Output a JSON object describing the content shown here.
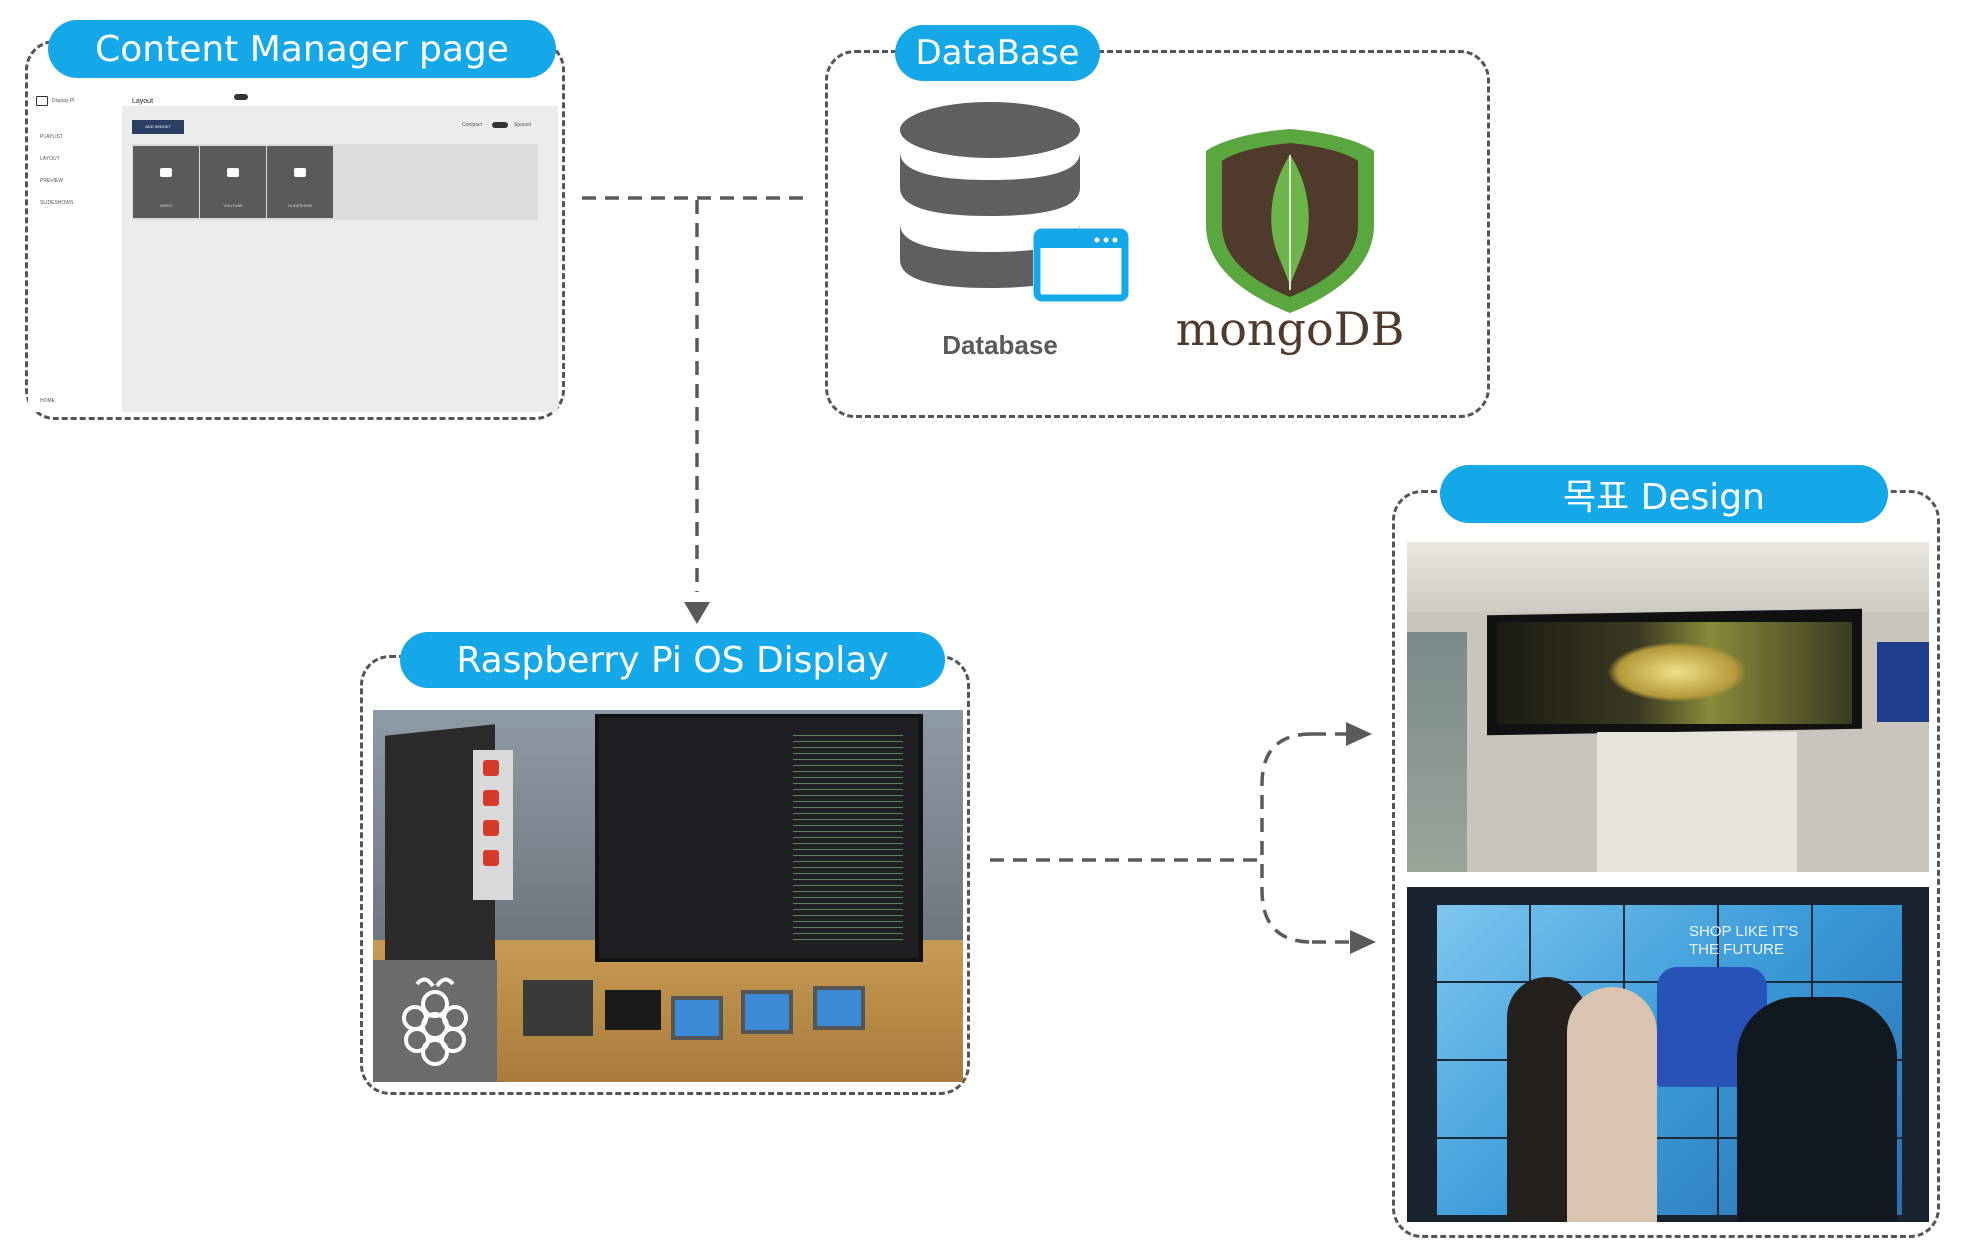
{
  "labels": {
    "content_manager": "Content Manager page",
    "database": "DataBase",
    "raspberry": "Raspberry Pi OS Display",
    "target_design": "목표 Design"
  },
  "database_panel": {
    "db_icon_caption": "Database",
    "mongo_wordmark": "mongoDB"
  },
  "content_manager_screenshot": {
    "app_name": "Display PI",
    "header_title": "Layout",
    "new_button": "ADD WIDGET",
    "sidebar_items": [
      "PLAYLIST",
      "LAYOUT",
      "PREVIEW",
      "SLIDESHOWS"
    ],
    "sidebar_footer": "HOME",
    "toggle_labels": [
      "Compact",
      "Spaced"
    ],
    "tiles": [
      "VIDEO",
      "YOUTUBE",
      "SLIDESHOW"
    ]
  },
  "target_photo_2": {
    "sign_text_line1": "SHOP LIKE IT'S",
    "sign_text_line2": "THE FUTURE"
  },
  "colors": {
    "pill_blue": "#14a8e8",
    "dash_gray": "#555555",
    "mongo_green": "#589636",
    "mongo_brown": "#4f3a2b"
  }
}
